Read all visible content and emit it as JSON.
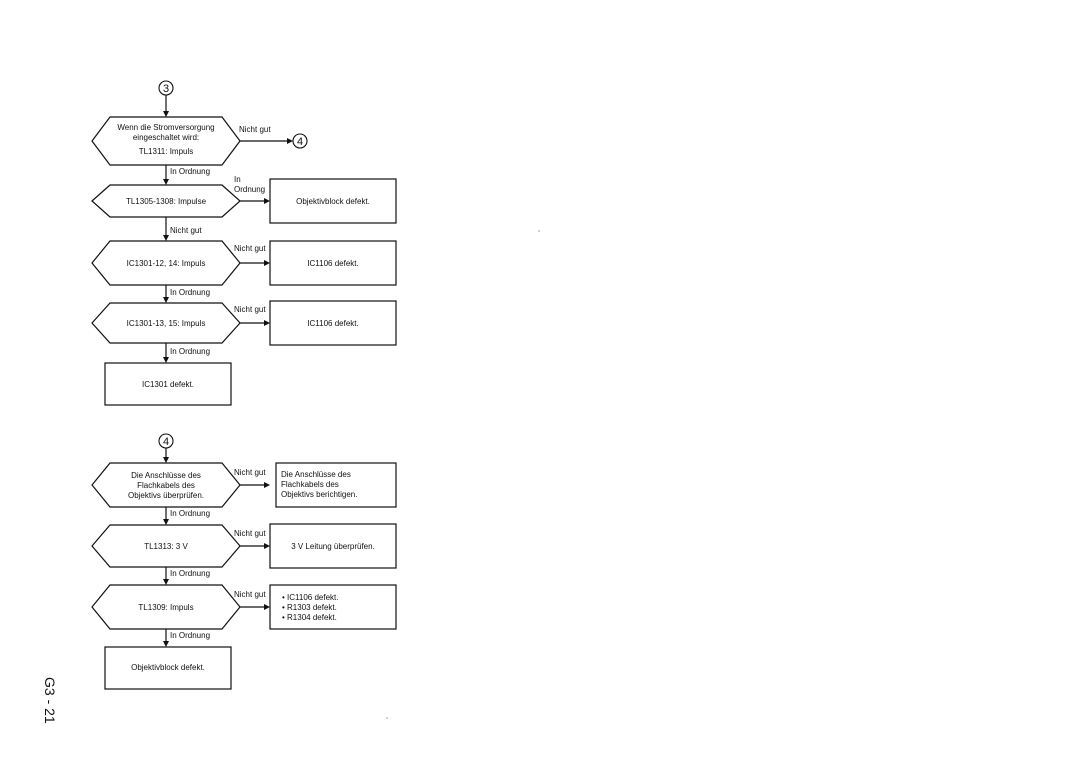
{
  "page_number": "G3 - 21",
  "connector_3": "3",
  "connector_4": "4",
  "flow1": {
    "d1": [
      "Wenn die Stromversorgung",
      "eingeschaltet wird:",
      "TL1311: Impuls"
    ],
    "d1_no": "Nicht gut",
    "d1_yes": "In Ordnung",
    "d2": "TL1305-1308: Impulse",
    "d2_side": [
      "In",
      "Ordnung"
    ],
    "d2_box": "Objektivblock defekt.",
    "d2_down": "Nicht gut",
    "d3": "IC1301-12, 14: Impuls",
    "d3_side": "Nicht gut",
    "d3_box": "IC1106 defekt.",
    "d3_down": "In Ordnung",
    "d4": "IC1301-13, 15: Impuls",
    "d4_side": "Nicht gut",
    "d4_box": "IC1106 defekt.",
    "d4_down": "In Ordnung",
    "end_box": "IC1301 defekt."
  },
  "flow2": {
    "d1": [
      "Die Anschlüsse des",
      "Flachkabels des",
      "Objektivs überprüfen."
    ],
    "d1_side": "Nicht gut",
    "d1_box": [
      "Die Anschlüsse des",
      "Flachkabels des",
      "Objektivs berichtigen."
    ],
    "d1_down": "In Ordnung",
    "d2": "TL1313: 3 V",
    "d2_side": "Nicht gut",
    "d2_box": "3 V Leitung überprüfen.",
    "d2_down": "In Ordnung",
    "d3": "TL1309: Impuls",
    "d3_side": "Nicht gut",
    "d3_box": [
      "• IC1106 defekt.",
      "• R1303 defekt.",
      "• R1304 defekt."
    ],
    "d3_down": "In Ordnung",
    "end_box": "Objektivblock defekt."
  }
}
